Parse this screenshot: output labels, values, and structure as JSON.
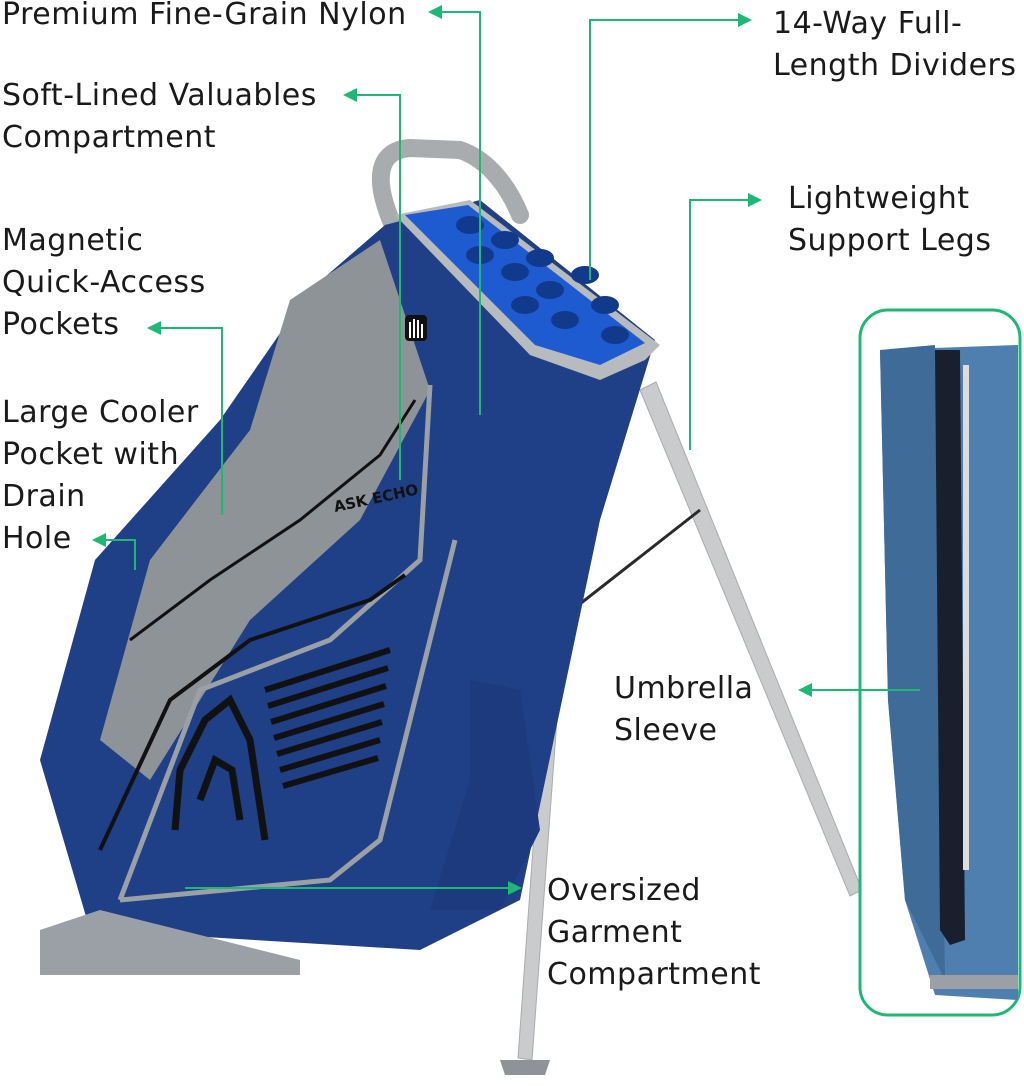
{
  "colors": {
    "accent": "#1db874",
    "bag_blue": "#1f3f86",
    "bag_grey": "#8e9398",
    "pocket_inner": "#1f5bd0",
    "leg": "#c9cbcc",
    "inset_blue": "#4f7fae"
  },
  "callouts": {
    "nylon": {
      "lines": [
        "Premium Fine-Grain Nylon"
      ]
    },
    "valuables": {
      "lines": [
        "Soft-Lined Valuables",
        "Compartment"
      ]
    },
    "magnetic": {
      "lines": [
        "Magnetic",
        "Quick-Access",
        "Pockets"
      ]
    },
    "cooler": {
      "lines": [
        "Large Cooler",
        "Pocket with",
        "Drain",
        "Hole"
      ]
    },
    "dividers": {
      "lines": [
        "14-Way Full-",
        "Length Dividers"
      ]
    },
    "legs": {
      "lines": [
        "Lightweight",
        "Support Legs"
      ]
    },
    "umbrella": {
      "lines": [
        "Umbrella",
        "Sleeve"
      ]
    },
    "garment": {
      "lines": [
        "Oversized",
        "Garment",
        "Compartment"
      ]
    }
  },
  "brand": {
    "bag_print": "ASK ECHO"
  },
  "icons": {
    "glove": "glove-icon",
    "arrow": "arrow-icon"
  }
}
